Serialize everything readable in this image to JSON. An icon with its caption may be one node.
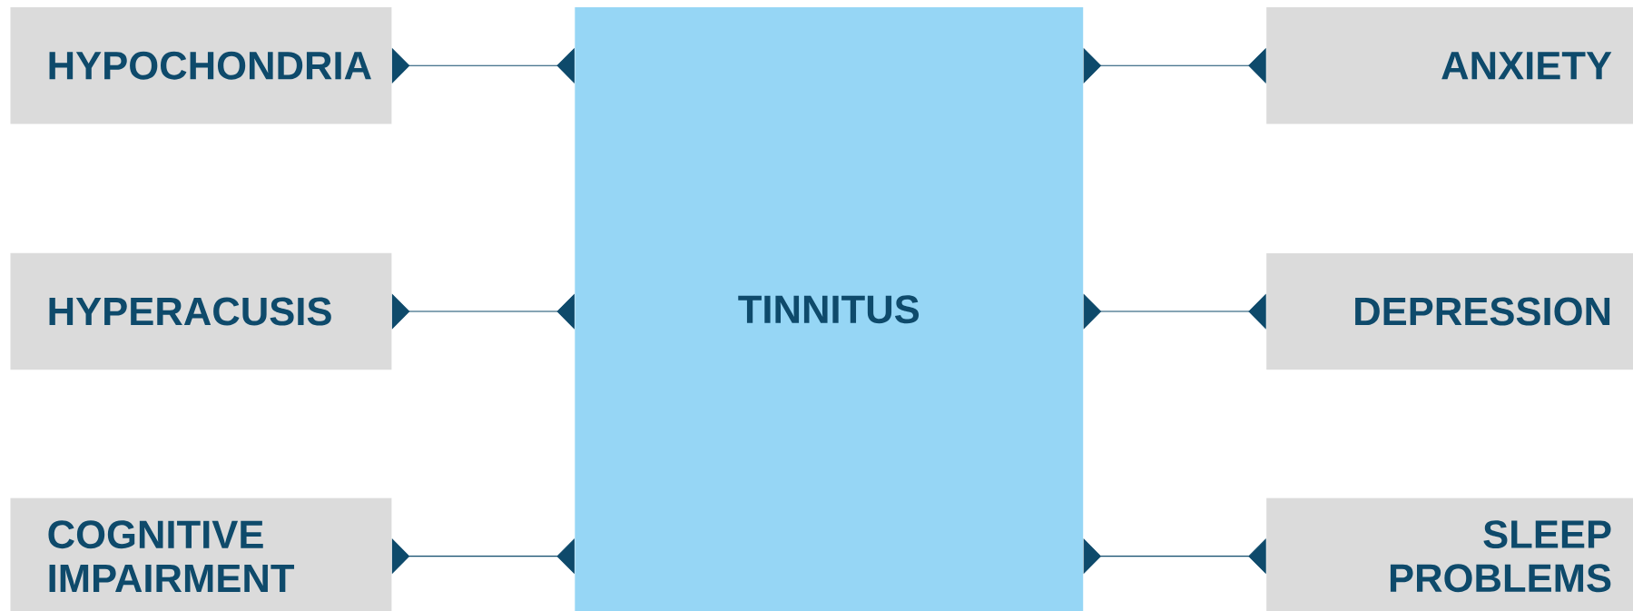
{
  "diagram": {
    "nodes": [
      {
        "text": [
          "HYPOCHONDRIA"
        ]
      },
      {
        "text": [
          "TINNITUS"
        ]
      },
      {
        "text": [
          "ANXIETY"
        ]
      },
      {
        "text": [
          "HYPERACUSIS"
        ]
      },
      {
        "text": [
          "DEPRESSION"
        ]
      },
      {
        "text": [
          "COGNITIVE IMPAIRMENT"
        ]
      },
      {
        "text": [
          "SLEEP PROBLEMS"
        ]
      }
    ],
    "edges": [
      {
        "from": 0,
        "to": 1,
        "arrow": "other"
      },
      {
        "from": 2,
        "to": 1,
        "arrow": "other"
      },
      {
        "from": 3,
        "to": 1,
        "arrow": "other"
      },
      {
        "from": 4,
        "to": 1,
        "arrow": "other"
      },
      {
        "from": 5,
        "to": 1,
        "arrow": "other"
      },
      {
        "from": 6,
        "to": 1,
        "arrow": "other"
      }
    ]
  }
}
